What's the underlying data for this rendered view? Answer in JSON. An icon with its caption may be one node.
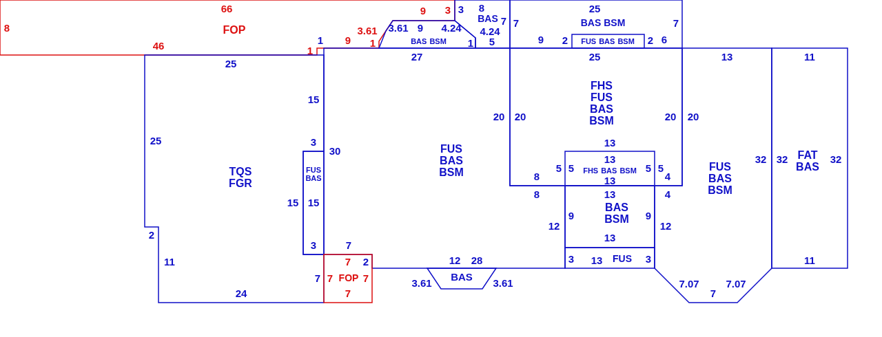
{
  "diagram": {
    "nodes": [
      {
        "text": [
          "FOP"
        ]
      },
      {
        "text": [
          "TQS",
          "FGR"
        ]
      },
      {
        "text": [
          "FUS",
          "BAS"
        ]
      },
      {
        "text": [
          "FUS",
          "BAS",
          "BSM"
        ]
      },
      {
        "text": [
          "BAS",
          "BSM"
        ]
      },
      {
        "text": [
          "BAS"
        ]
      },
      {
        "text": [
          "BAS",
          "BSM"
        ]
      },
      {
        "text": [
          "FUS",
          "BAS",
          "BSM"
        ],
        "in": 6
      },
      {
        "text": [
          "FHS",
          "FUS",
          "BAS",
          "BSM"
        ]
      },
      {
        "text": [
          "FHS",
          "BAS",
          "BSM"
        ],
        "in": 8
      },
      {
        "text": [
          "BAS",
          "BSM"
        ]
      },
      {
        "text": [
          "FUS"
        ]
      },
      {
        "text": [
          "FUS",
          "BAS",
          "BSM"
        ]
      },
      {
        "text": [
          "FAT",
          "BAS"
        ]
      },
      {
        "text": [
          "BAS"
        ]
      },
      {
        "text": [
          "FOP"
        ]
      }
    ],
    "edges": [],
    "labels": [
      "66",
      "9",
      "3",
      "3",
      "8",
      "25",
      "7",
      "7",
      "7",
      "8",
      "3.61",
      "3.61",
      "9",
      "4.24",
      "4.24",
      "1",
      "9",
      "1",
      "1",
      "5",
      "9",
      "2",
      "2",
      "6",
      "46",
      "1",
      "27",
      "25",
      "13",
      "11",
      "25",
      "15",
      "20",
      "20",
      "20",
      "20",
      "25",
      "3",
      "13",
      "30",
      "13",
      "32",
      "32",
      "32",
      "5",
      "5",
      "5",
      "5",
      "8",
      "4",
      "13",
      "8",
      "13",
      "4",
      "15",
      "15",
      "9",
      "9",
      "12",
      "12",
      "2",
      "13",
      "3",
      "7",
      "11",
      "7",
      "2",
      "12",
      "28",
      "3",
      "13",
      "3",
      "11",
      "7",
      "7",
      "7",
      "3.61",
      "3.61",
      "7.07",
      "7.07",
      "24",
      "7",
      "7"
    ]
  }
}
